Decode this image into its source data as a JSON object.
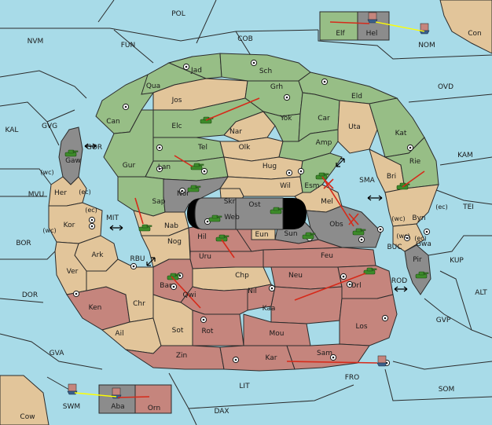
{
  "palette": {
    "sea": "#a8dbe8",
    "green": "#97be86",
    "tan": "#e2c59a",
    "red": "#c5857d",
    "gray": "#8c8c8c",
    "black": "#000000",
    "order": "#d62a1a",
    "support": "#ffff00"
  },
  "sea_labels": {
    "pol": "POL",
    "nvm": "NVM",
    "fun": "FUN",
    "cob": "COB",
    "con": "Con",
    "nom": "NOM",
    "ovd": "OVD",
    "kam": "KAM",
    "kal": "KAL",
    "gvg": "GVG",
    "gor": "GOR",
    "mvu": "MVU",
    "mit": "MIT",
    "bor": "BOR",
    "rbu": "RBU",
    "sma": "SMA",
    "tei": "TEI",
    "buc": "BUC",
    "kup": "KUP",
    "rod": "ROD",
    "dor": "DOR",
    "alt": "ALT",
    "gvp": "GVP",
    "gva": "GVA",
    "fro": "FRO",
    "som": "SOM",
    "lit": "LIT",
    "swm": "SWM",
    "dax": "DAX",
    "cow": "Cow"
  },
  "land_labels": {
    "jad": "Jad",
    "sch": "Sch",
    "qua": "Qua",
    "jos": "Jos",
    "grh": "Grh",
    "eld": "Eld",
    "can": "Can",
    "elc": "Elc",
    "nar": "Nar",
    "yok": "Yok",
    "car": "Car",
    "uta": "Uta",
    "kat": "Kat",
    "gaw": "Gaw",
    "tel": "Tel",
    "olk": "Olk",
    "amp": "Amp",
    "gur": "Gur",
    "lan": "Lan",
    "hug": "Hug",
    "bri": "Bri",
    "rie": "Rie",
    "her": "Her",
    "nor": "Nor",
    "skr": "Skr",
    "wil": "Wil",
    "esm": "Esm",
    "kor": "Kor",
    "sap": "Sap",
    "ost": "Ost",
    "web": "Web",
    "mel": "Mel",
    "byn": "Byn",
    "nab": "Nab",
    "obs": "Obs",
    "eun": "Eun",
    "sun": "Sun",
    "ark": "Ark",
    "nog": "Nog",
    "hil": "Hil",
    "gwa": "Gwa",
    "uru": "Uru",
    "feu": "Feu",
    "pir": "Pir",
    "ver": "Ver",
    "chp": "Chp",
    "neu": "Neu",
    "bar": "Bar",
    "qwi": "Qwi",
    "orl": "Orl",
    "nil": "Nil",
    "ken": "Ken",
    "chr": "Chr",
    "kaa": "Kaa",
    "sot": "Sot",
    "rot": "Rot",
    "los": "Los",
    "ail": "Ail",
    "mou": "Mou",
    "zin": "Zin",
    "kar": "Kar",
    "sam": "Sam",
    "elf": "Elf",
    "hel": "Hel",
    "aba": "Aba",
    "orn": "Orn"
  },
  "coast_labels": {
    "her_wc": "(wc)",
    "her_ec": "(ec)",
    "kor_ec": "(ec)",
    "kor_wc": "(wc)",
    "byn_wc": "(wc)",
    "byn_ec": "(ec)",
    "gwa_wc": "(wc)",
    "gwa_ec": "(ec)"
  },
  "icons": {
    "tank": "tank-icon",
    "fleet": "fleet-icon",
    "supply_center": "supply-center-icon",
    "order_arrow": "move-arrow-icon",
    "convoy_arrow": "double-arrow-icon",
    "cut_mark": "cross-icon"
  }
}
